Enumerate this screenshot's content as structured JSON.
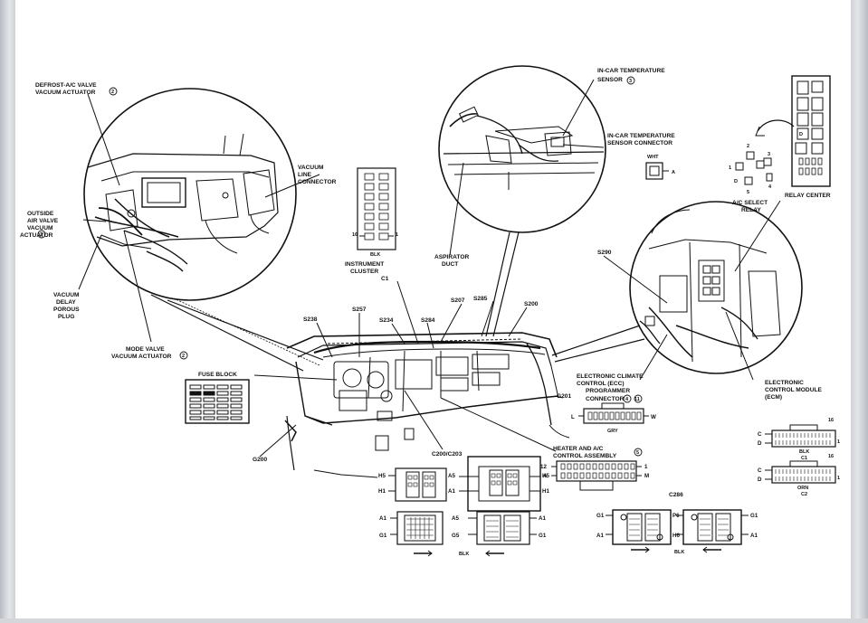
{
  "labels": {
    "defrost_l1": "DEFROST-A/C VALVE",
    "defrost_l2": "VACUUM ACTUATOR",
    "defrost_note": "2",
    "outside_l1": "OUTSIDE",
    "outside_l2": "AIR VALVE",
    "outside_l3": "VACUUM",
    "outside_l4": "ACTUATOR",
    "outside_note": "2",
    "vdelay_l1": "VACUUM",
    "vdelay_l2": "DELAY",
    "vdelay_l3": "POROUS",
    "vdelay_l4": "PLUG",
    "mode_l1": "MODE VALVE",
    "mode_l2": "VACUUM ACTUATOR",
    "mode_note": "2",
    "vline_l1": "VACUUM",
    "vline_l2": "LINE",
    "vline_l3": "CONNECTOR",
    "incar_sensor_l1": "IN-CAR TEMPERATURE",
    "incar_sensor_l2": "SENSOR",
    "incar_sensor_note": "3",
    "incar_conn_l1": "IN-CAR TEMPERATURE",
    "incar_conn_l2": "SENSOR CONNECTOR",
    "aspirator_l1": "ASPIRATOR",
    "aspirator_l2": "DUCT",
    "relay_center": "RELAY CENTER",
    "ac_select_l1": "A/C SELECT",
    "ac_select_l2": "RELAY",
    "ic_l1": "INSTRUMENT",
    "ic_l2": "CLUSTER",
    "ic_l3": "C1",
    "fuse_block": "FUSE BLOCK",
    "ecc_l1": "ELECTRONIC CLIMATE",
    "ecc_l2": "CONTROL (ECC)",
    "ecc_l3": "PROGRAMMER",
    "ecc_l4": "CONNECTOR",
    "ecc_note1": "4",
    "ecc_note2": "11",
    "ecm_l1": "ELECTRONIC",
    "ecm_l2": "CONTROL MODULE",
    "ecm_l3": "(ECM)",
    "heater_l1": "HEATER AND A/C",
    "heater_l2": "CONTROL ASSEMBLY",
    "heater_note": "5",
    "c200": "C200/C203",
    "c286": "C286",
    "g200": "G200",
    "g201": "G201",
    "s290": "S290",
    "s238": "S238",
    "s257": "S257",
    "s234": "S234",
    "s284": "S284",
    "s207": "S207",
    "s285": "S285",
    "s200": "S200",
    "wht": "WHT",
    "a": "A",
    "blk": "BLK",
    "gry": "GRY",
    "orn": "ORN",
    "c1": "C1",
    "c2": "C2",
    "relay_pins": [
      "2",
      "3",
      "1",
      "D",
      "4",
      "5"
    ],
    "d_box": "D"
  },
  "pins": {
    "ic_left": "16",
    "ic_right": "1",
    "ecc_left": "L",
    "ecc_right": "W",
    "heater_12": "12",
    "heater_1": "1",
    "heater_a": "A",
    "heater_m": "M",
    "ecm_c": "C",
    "ecm_d": "D",
    "ecm_16": "16",
    "ecm_1": "1",
    "c200_h5": "H5",
    "c200_h1": "H1",
    "c200_a1": "A1",
    "c200_g1": "G1",
    "c200_a5": "A5",
    "c200_g5": "G5",
    "c286_g1": "G1",
    "c286_a1": "A1",
    "c286_p6": "P6",
    "c286_h6": "H6"
  }
}
